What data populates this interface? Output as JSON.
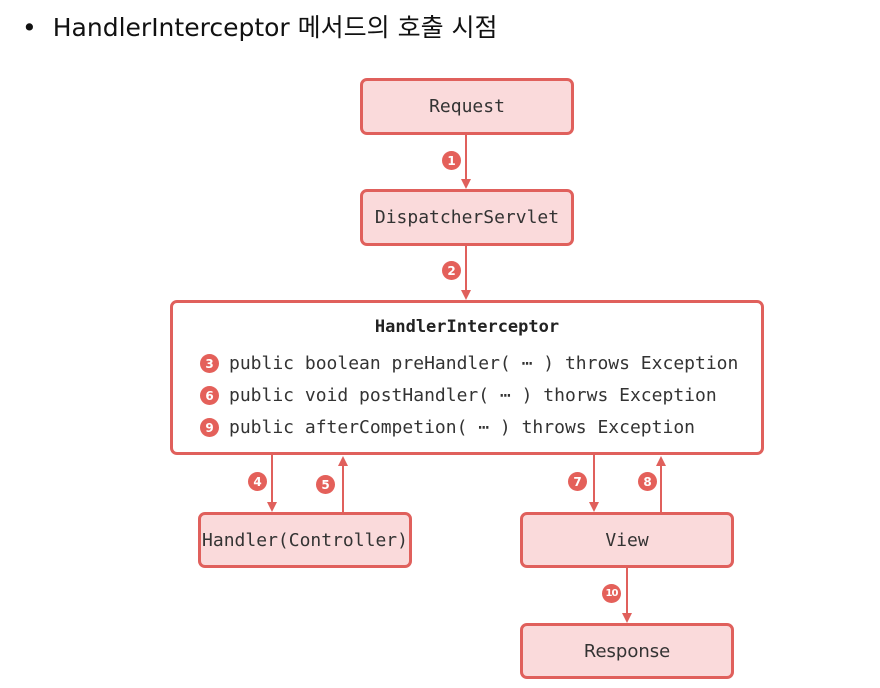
{
  "title": {
    "bullet": "•",
    "text": "HandlerInterceptor 메서드의 호출 시점"
  },
  "nodes": {
    "request": "Request",
    "dispatcher": "DispatcherServlet",
    "interceptor": {
      "title": "HandlerInterceptor",
      "methods": [
        {
          "step": "3",
          "text": "public boolean preHandler( ⋯ ) throws Exception"
        },
        {
          "step": "6",
          "text": "public void postHandler( ⋯ ) thorws Exception"
        },
        {
          "step": "9",
          "text": "public afterCompetion( ⋯ ) throws Exception"
        }
      ]
    },
    "handler": "Handler(Controller)",
    "view": "View",
    "response": "Response"
  },
  "steps": [
    "1",
    "2",
    "4",
    "5",
    "7",
    "8",
    "10"
  ],
  "colors": {
    "accent": "#e0605c",
    "box_fill": "#fadadb",
    "badge": "#e4605a"
  }
}
